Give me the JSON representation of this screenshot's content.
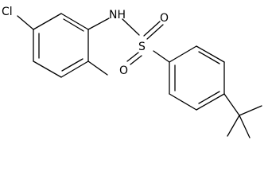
{
  "molecule": {
    "atoms": {
      "chlorine": "Cl",
      "amine": "NH",
      "sulfur": "S",
      "oxygen_top": "O",
      "oxygen_bottom": "O"
    }
  }
}
